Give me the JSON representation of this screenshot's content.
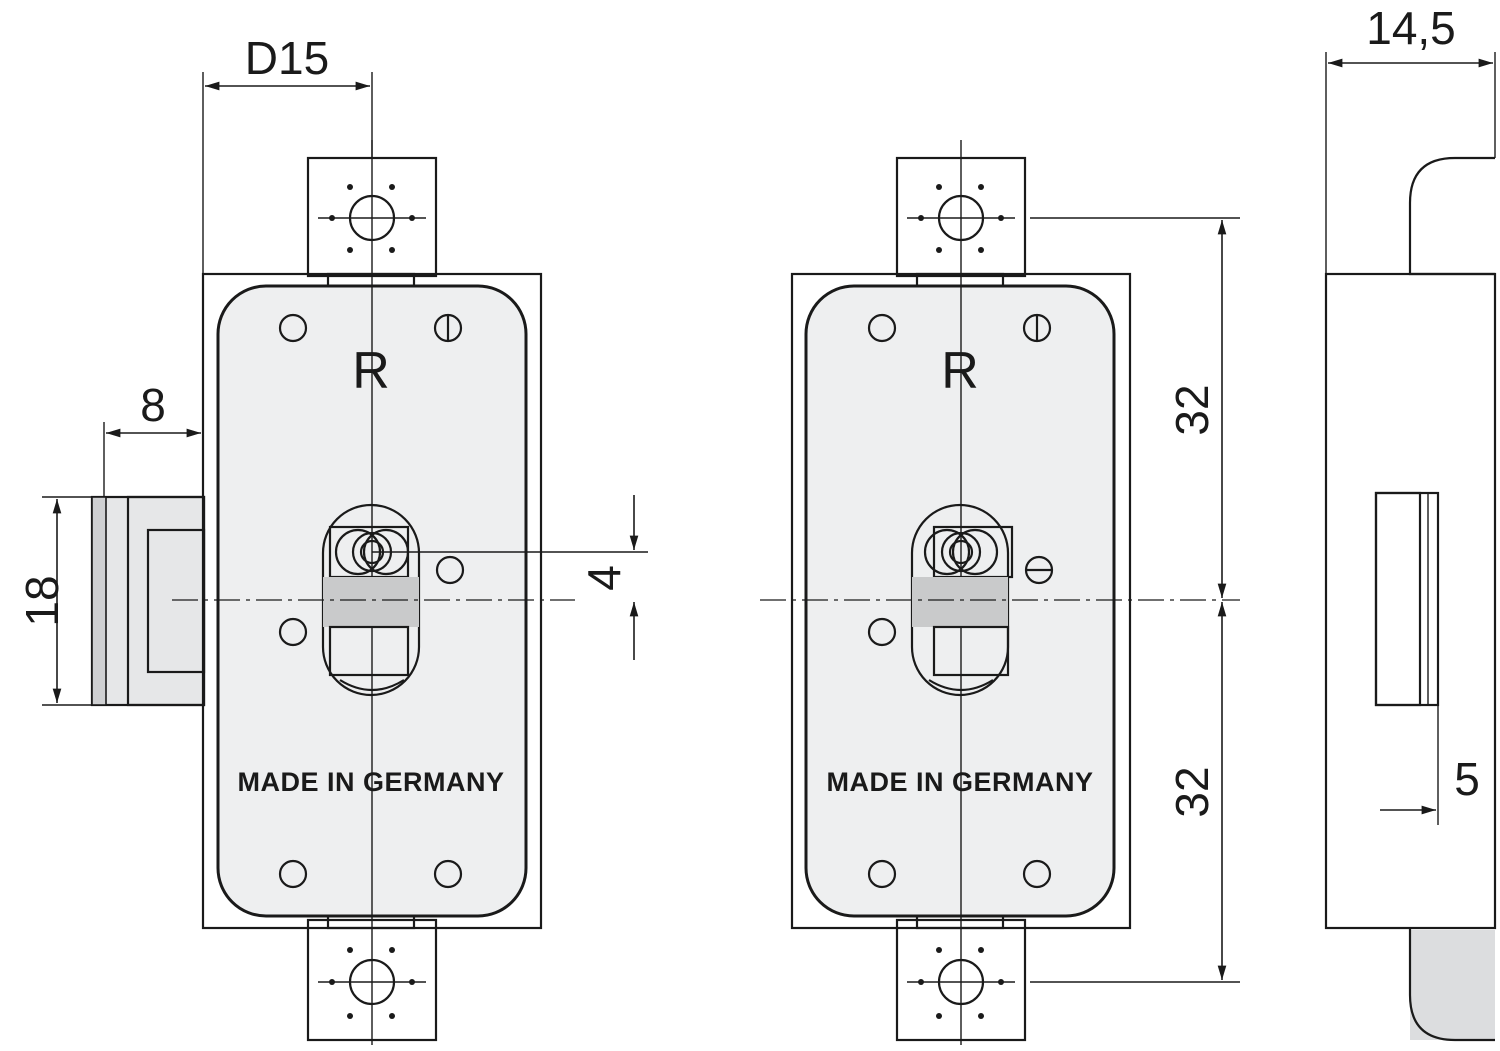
{
  "views": {
    "left": {
      "letter": "R",
      "stamp": "MADE IN GERMANY"
    },
    "middle": {
      "letter": "R",
      "stamp": "MADE IN GERMANY"
    }
  },
  "dimensions": {
    "width_d": "D15",
    "bolt_throw": "8",
    "bolt_height": "18",
    "cam_offset": "4",
    "upper_hole_distance": "32",
    "lower_hole_distance": "32",
    "depth": "14,5",
    "bolt_inset": "5"
  }
}
